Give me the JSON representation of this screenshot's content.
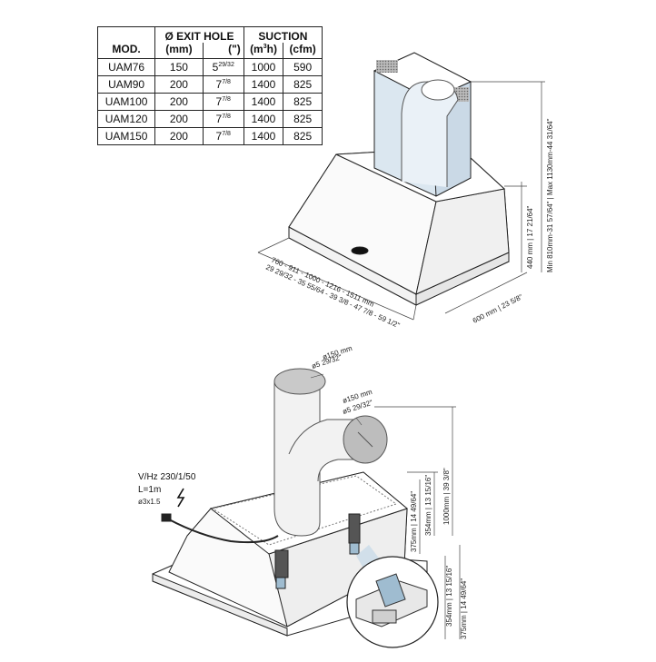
{
  "table": {
    "headers": {
      "model": "MOD.",
      "exit_hole": "Ø EXIT HOLE",
      "suction": "SUCTION",
      "mm": "(mm)",
      "inch": "(\")",
      "m3h_a": "(m",
      "m3h_sup": "3",
      "m3h_b": "h)",
      "cfm": "(cfm)"
    },
    "rows": [
      {
        "model": "UAM76",
        "mm": "150",
        "inch_base": "5",
        "inch_frac": "29/32",
        "m3h": "1000",
        "cfm": "590"
      },
      {
        "model": "UAM90",
        "mm": "200",
        "inch_base": "7",
        "inch_frac": "7/8",
        "m3h": "1400",
        "cfm": "825"
      },
      {
        "model": "UAM100",
        "mm": "200",
        "inch_base": "7",
        "inch_frac": "7/8",
        "m3h": "1400",
        "cfm": "825"
      },
      {
        "model": "UAM120",
        "mm": "200",
        "inch_base": "7",
        "inch_frac": "7/8",
        "m3h": "1400",
        "cfm": "825"
      },
      {
        "model": "UAM150",
        "mm": "200",
        "inch_base": "7",
        "inch_frac": "7/8",
        "m3h": "1400",
        "cfm": "825"
      }
    ]
  },
  "top_drawing": {
    "width_mm": "760 - 911 - 1000 - 1216 - 1511 mm",
    "width_in": "29 29/32 - 35 55/64 - 39 3/8 - 47 7/8 - 59 1/2\"",
    "depth": "600 mm | 23 5/8\"",
    "height": "440 mm | 17 21/64\"",
    "overall": "Min 810mm-31 57/64\" | Max 1130mm-44 31/64\""
  },
  "bottom_drawing": {
    "duct_top_mm": "ø150 mm",
    "duct_top_in": "ø5 29/32\"",
    "duct_side_mm": "ø150 mm",
    "duct_side_in": "ø5 29/32\"",
    "electrical_1": "V/Hz 230/1/50",
    "electrical_2": "L=1m",
    "electrical_3": "ø3x1.5",
    "dim_1000": "1000mm | 39 3/8\"",
    "dim_354": "354mm | 13 15/16\"",
    "dim_375": "375mm | 14 49/64\"",
    "detail_354": "354mm | 13 15/16\"",
    "detail_375": "375mm | 14 49/64\""
  }
}
